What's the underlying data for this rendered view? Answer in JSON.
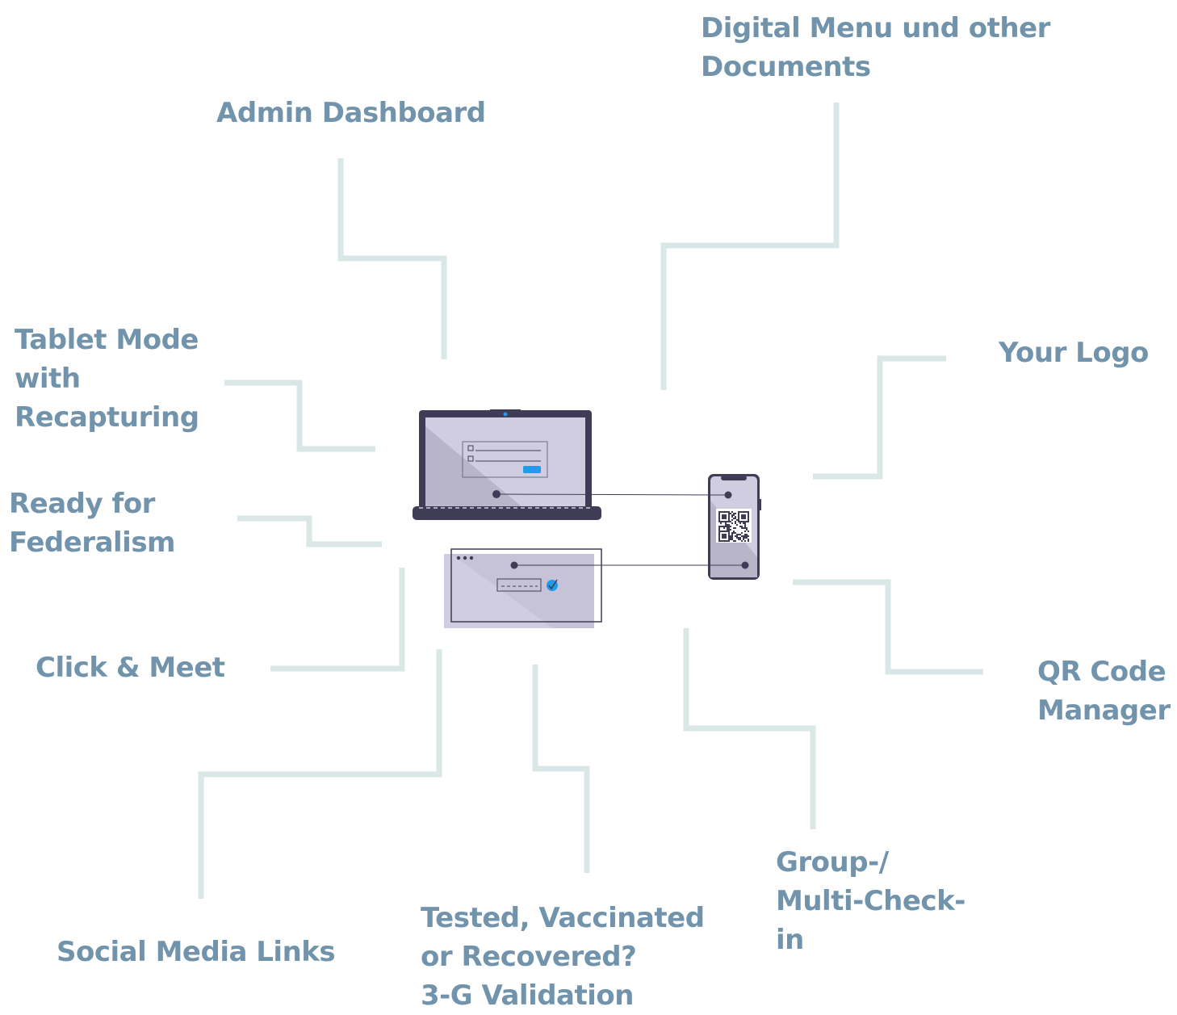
{
  "colors": {
    "label": "#7194ac",
    "connector": "#d9e7e7",
    "device_frame": "#3f3d56",
    "screen": "#d0cde1",
    "screen_shade": "#b8b5c9",
    "accent": "#1e9be9"
  },
  "labels": {
    "admin_dashboard": [
      "Admin Dashboard"
    ],
    "digital_menu": [
      "Digital Menu und other",
      "Documents"
    ],
    "tablet_mode": [
      "Tablet Mode",
      "with",
      "Recapturing"
    ],
    "your_logo": [
      "Your Logo"
    ],
    "federalism": [
      "Ready for",
      "Federalism"
    ],
    "click_meet": [
      "Click & Meet"
    ],
    "qr_manager": [
      "QR Code",
      "Manager"
    ],
    "group_checkin": [
      "Group-/",
      "Multi-Check-",
      "in"
    ],
    "social_media": [
      "Social Media Links"
    ],
    "three_g": [
      "Tested, Vaccinated",
      "or Recovered?",
      "3-G Validation"
    ]
  },
  "illustration": {
    "devices": [
      "laptop",
      "phone",
      "browser-window"
    ],
    "icons": [
      "qr-code-icon",
      "checkmark-icon"
    ]
  }
}
